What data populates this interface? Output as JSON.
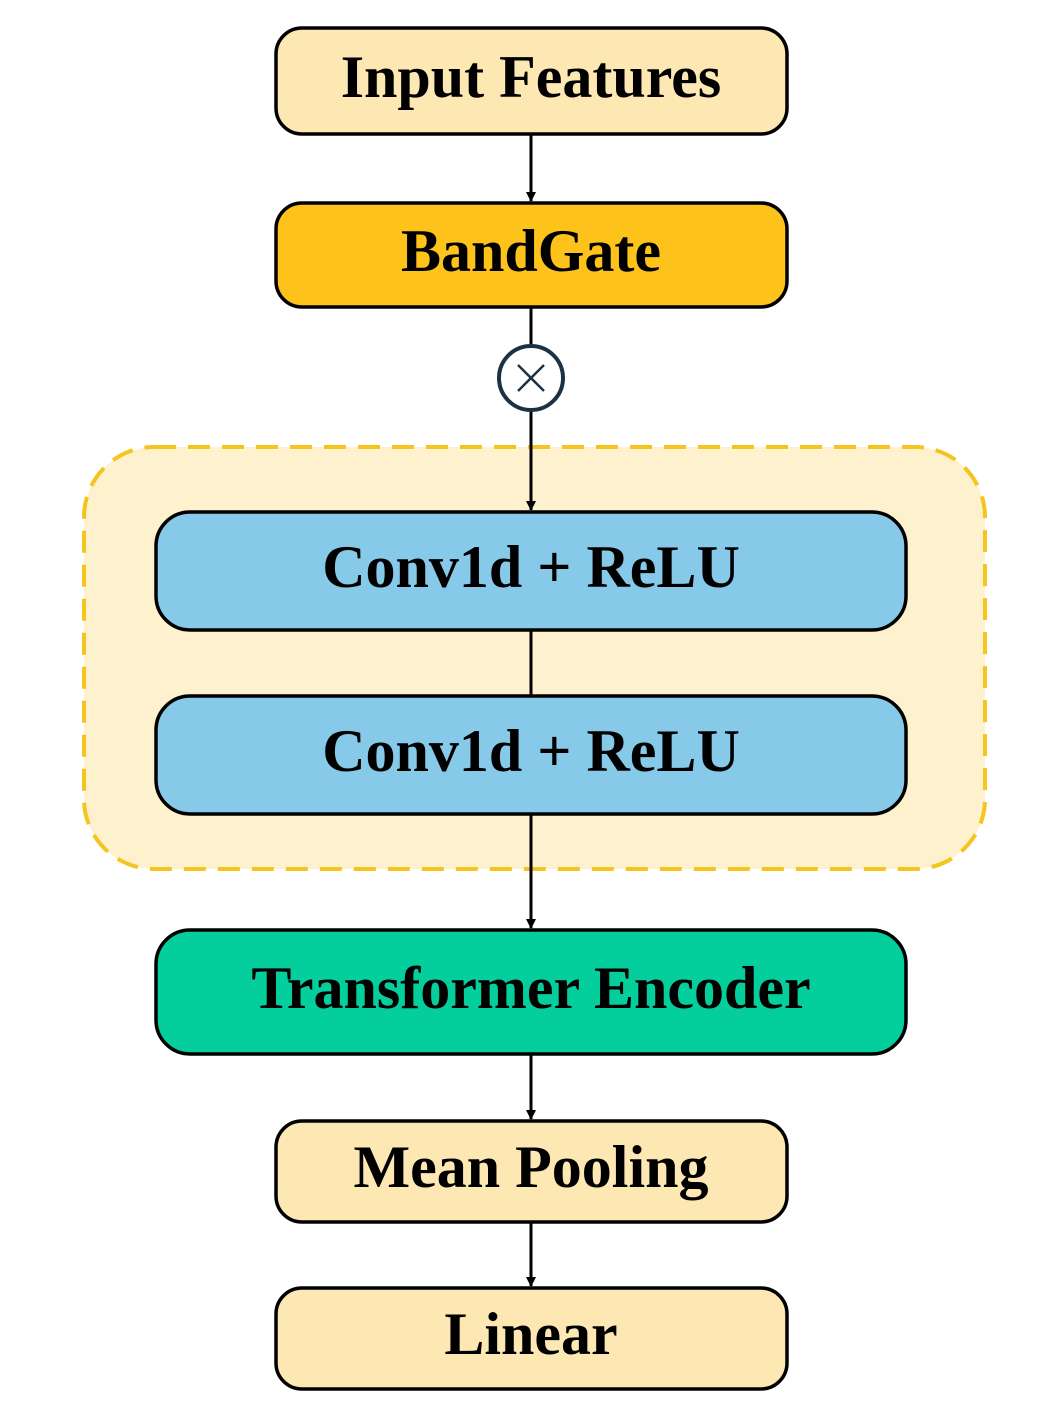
{
  "colors": {
    "light_orange": "#FDE7B3",
    "amber": "#FDC31B",
    "sky_blue": "#87C9E8",
    "teal": "#04CF9C",
    "group_fill": "#FEF1CD",
    "group_border": "#F5C41E",
    "stroke": "#000000",
    "multiply_ring": "#1C3244"
  },
  "nodes": {
    "input_features": "Input Features",
    "bandgate": "BandGate",
    "conv1": "Conv1d + ReLU",
    "conv2": "Conv1d + ReLU",
    "transformer": "Transformer Encoder",
    "mean_pooling": "Mean Pooling",
    "linear": "Linear"
  },
  "operators": {
    "multiply_symbol": "multiply-icon"
  }
}
